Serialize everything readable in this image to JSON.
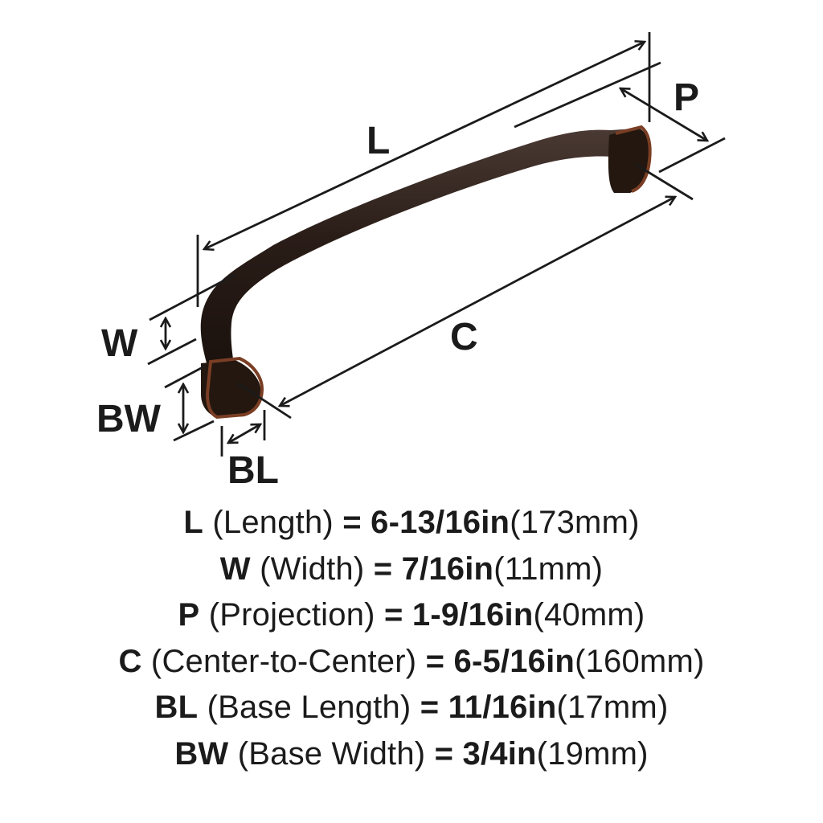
{
  "diagram": {
    "subject": "cabinet-pull-handle",
    "colors": {
      "handle_body": "#2a1d18",
      "handle_highlight": "#4a3a33",
      "base_rim": "#7a3e24",
      "dimension_lines": "#1b1b1b",
      "background": "#ffffff"
    },
    "labels": {
      "L": "L",
      "P": "P",
      "C": "C",
      "W": "W",
      "BW": "BW",
      "BL": "BL"
    }
  },
  "specs": [
    {
      "abbr": "L",
      "name": "(Length)",
      "eq": "=",
      "imperial": "6-13/16in",
      "metric": "(173mm)"
    },
    {
      "abbr": "W",
      "name": "(Width)",
      "eq": "=",
      "imperial": "7/16in",
      "metric": "(11mm)"
    },
    {
      "abbr": "P",
      "name": "(Projection)",
      "eq": "=",
      "imperial": "1-9/16in",
      "metric": "(40mm)"
    },
    {
      "abbr": "C",
      "name": "(Center-to-Center)",
      "eq": "=",
      "imperial": "6-5/16in",
      "metric": "(160mm)"
    },
    {
      "abbr": "BL",
      "name": "(Base Length)",
      "eq": "=",
      "imperial": "11/16in",
      "metric": "(17mm)"
    },
    {
      "abbr": "BW",
      "name": "(Base Width)",
      "eq": "=",
      "imperial": "3/4in",
      "metric": "(19mm)"
    }
  ]
}
